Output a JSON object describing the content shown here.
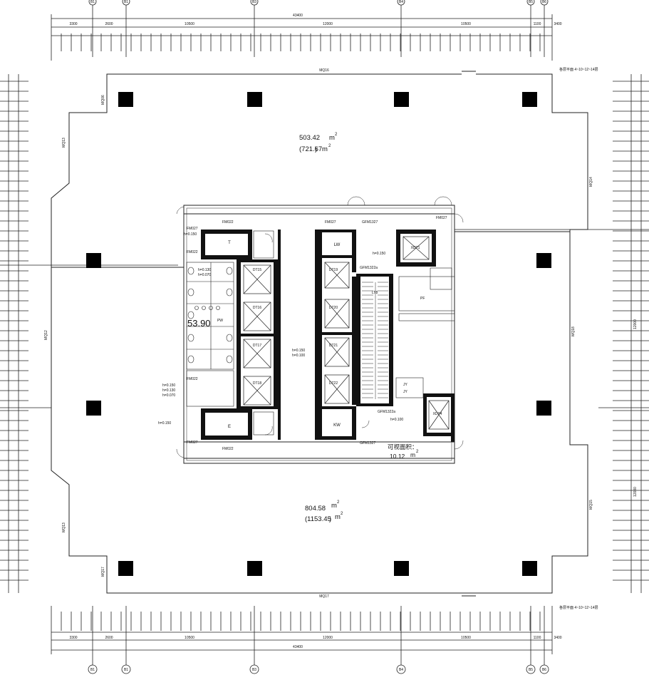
{
  "axes": {
    "top_bubbles": [
      "B1",
      "B1",
      "B3",
      "B4",
      "B5",
      "B6"
    ],
    "bottom_bubbles": [
      "B1",
      "B1",
      "B3",
      "B4",
      "B5",
      "B6"
    ]
  },
  "dimensions": {
    "overall": "43400",
    "segments": [
      "3300",
      "2600",
      "10500",
      "12000",
      "10500",
      "1100",
      "3400"
    ],
    "right_side_tail": "12000"
  },
  "walls": {
    "top": "MQ16",
    "bottom": "MQ17",
    "left_upper": "MQ13",
    "left_middle": "MQ12",
    "left_lower": "MQ13",
    "right_upper": "MQ14",
    "right_middle": "MQ18",
    "right_lower": "MQ15",
    "left_top_short": "MQ06",
    "left_bottom_short": "MQ17"
  },
  "areas": {
    "north_area": "503.42",
    "north_area_total": "(721.67",
    "south_area": "804.58",
    "south_area_total": "(1153.45",
    "unit": "m",
    "unit_sup": "2",
    "close_paren": ")"
  },
  "core": {
    "level_mark": "53.90",
    "rooms": [
      "T",
      "E",
      "LW",
      "KW",
      "PW"
    ],
    "elevators": [
      "DT15",
      "DT16",
      "DT17",
      "DT18",
      "DT19",
      "DT20",
      "DT21",
      "DT22",
      "XDT1",
      "XDT4"
    ],
    "stair": "LT8",
    "fm_labels": [
      "FM022",
      "FM022",
      "FM022",
      "FM022",
      "FM027",
      "FM027",
      "FM027",
      "FM027"
    ],
    "door_labels": [
      "GFM1327",
      "GFM1327",
      "GFM1322a",
      "GFM1322a"
    ],
    "heights": [
      "h=0.150",
      "h=0.130",
      "h=0.070",
      "h=0.150",
      "h=0.100",
      "h=0.150",
      "h=0.130",
      "h=0.070",
      "h=0.150",
      "h=0.100",
      "h=0.150"
    ],
    "pf": "PF",
    "jy": [
      "JY",
      "JY"
    ],
    "note_label": "可视面积：",
    "note_value": "10.12",
    "note_unit": "m"
  },
  "corner_tags": {
    "top_right": "各层平面 4~10~12~14层",
    "bottom_right": "各层平面 4~10~12~14层"
  }
}
